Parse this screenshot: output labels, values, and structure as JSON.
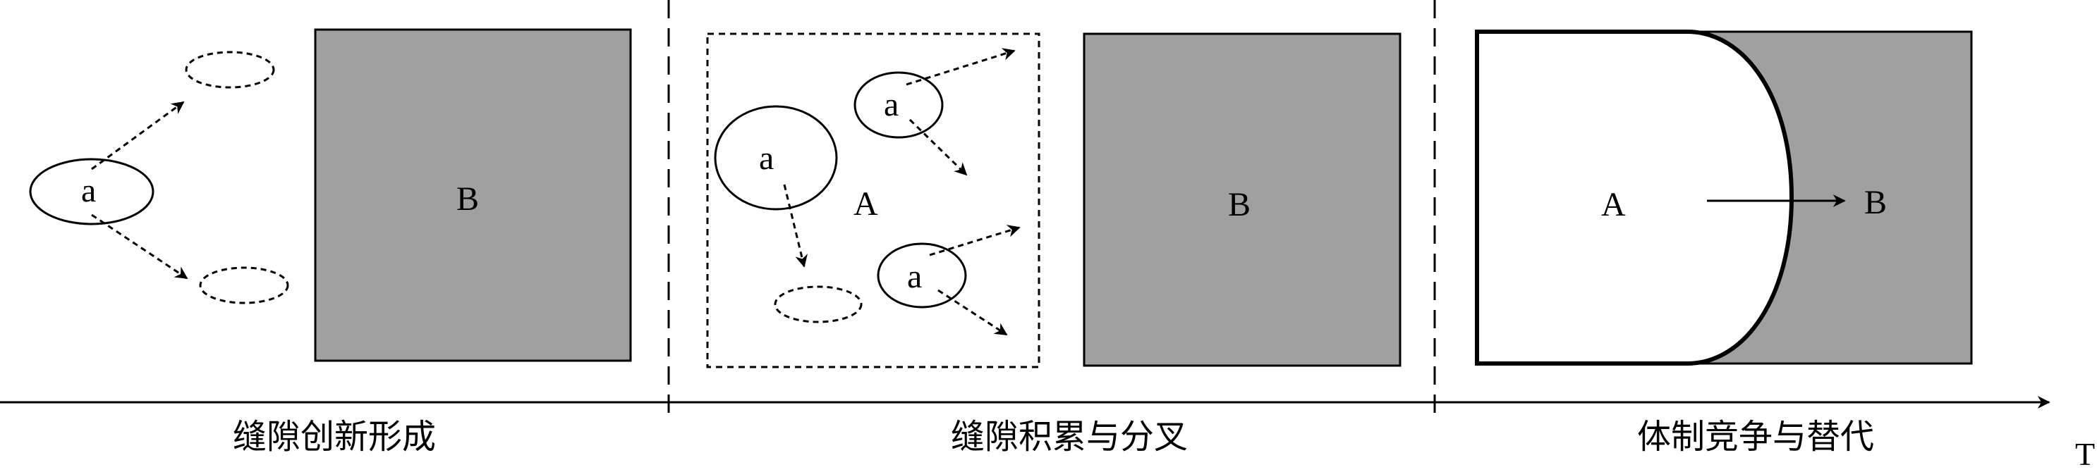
{
  "labels": {
    "niche_node": "a",
    "regime_box": "B",
    "landscape_region": "A",
    "time_axis": "T"
  },
  "stages": [
    {
      "label": "缝隙创新形成"
    },
    {
      "label": "缝隙积累与分叉"
    },
    {
      "label": "体制竞争与替代"
    }
  ],
  "colors": {
    "regime_fill": "#a0a0a0",
    "stroke": "#000000",
    "background": "#ffffff"
  }
}
